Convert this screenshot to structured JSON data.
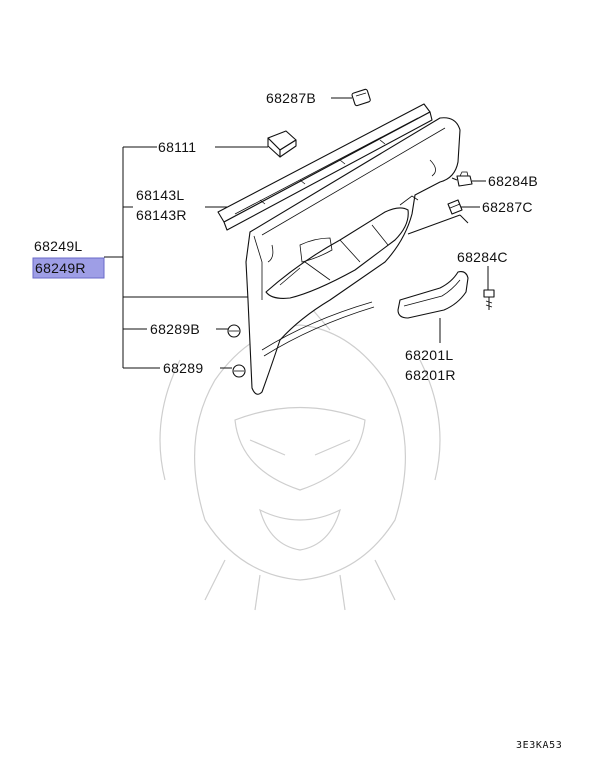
{
  "labels": {
    "p68287B": "68287B",
    "p68111": "68111",
    "p68143L": "68143L",
    "p68143R": "68143R",
    "p68249L": "68249L",
    "p68249R": "68249R",
    "p68284B": "68284B",
    "p68287C": "68287C",
    "p68284C": "68284C",
    "p68289B": "68289B",
    "p68289": "68289",
    "p68201L": "68201L",
    "p68201R": "68201R"
  },
  "highlight_color": "#9e9ee6",
  "diagram_code": "3E3KA53"
}
